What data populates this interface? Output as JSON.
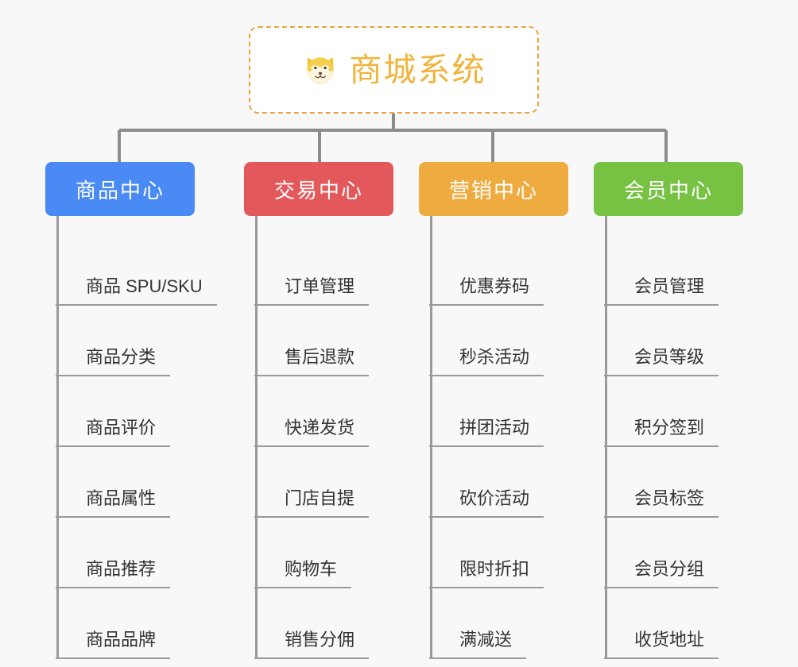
{
  "root": {
    "title": "商城系统",
    "icon": "shiba-dog-icon",
    "border_color": "#e8a33d",
    "text_color": "#f0b43c",
    "background": "#ffffff"
  },
  "canvas": {
    "background": "#f8f8f8",
    "connector_color": "#8c8c8c",
    "item_line_color": "#9a9a9a",
    "item_text_color": "#333333"
  },
  "branches": [
    {
      "id": "products",
      "label": "商品中心",
      "color": "#4a8af4",
      "items": [
        "商品 SPU/SKU",
        "商品分类",
        "商品评价",
        "商品属性",
        "商品推荐",
        "商品品牌"
      ]
    },
    {
      "id": "trade",
      "label": "交易中心",
      "color": "#e3595b",
      "items": [
        "订单管理",
        "售后退款",
        "快递发货",
        "门店自提",
        "购物车",
        "销售分佣"
      ]
    },
    {
      "id": "marketing",
      "label": "营销中心",
      "color": "#eeab40",
      "items": [
        "优惠券码",
        "秒杀活动",
        "拼团活动",
        "砍价活动",
        "限时折扣",
        "满减送"
      ]
    },
    {
      "id": "member",
      "label": "会员中心",
      "color": "#77c143",
      "items": [
        "会员管理",
        "会员等级",
        "积分签到",
        "会员标签",
        "会员分组",
        "收货地址"
      ]
    }
  ]
}
